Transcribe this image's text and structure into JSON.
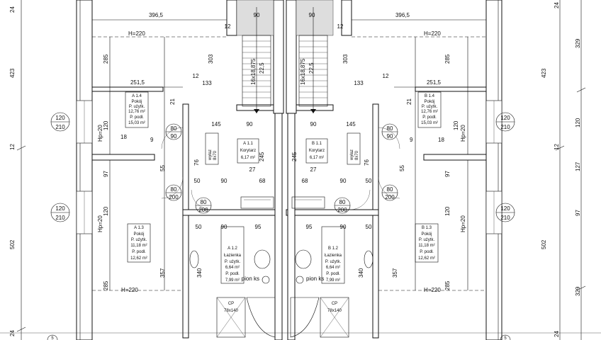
{
  "top_dims": {
    "left_width": "396,5",
    "right_width": "396,5",
    "stair_left": "90",
    "stair_right": "90",
    "left_small": "12",
    "right_small": "12"
  },
  "heights": {
    "h220": "H=220"
  },
  "left_vertical_dims": {
    "d423": "423",
    "d12": "12",
    "d502": "502",
    "d24a": "24",
    "d24b": "24"
  },
  "right_vertical_dims": {
    "d24": "24",
    "d329a": "329",
    "d423": "423",
    "d12": "12",
    "d120": "120",
    "d127": "127",
    "d97": "97",
    "d502": "502",
    "d329b": "329",
    "d24b": "24"
  },
  "inner_dims": {
    "d285": "285",
    "d303": "303",
    "d251": "251,5",
    "d133": "133",
    "d12": "12",
    "d21": "21",
    "d145": "145",
    "d90": "90",
    "d120": "120",
    "d18": "18",
    "d9": "9",
    "d76": "76",
    "d55": "55",
    "d245": "245",
    "d27": "27",
    "d68": "68",
    "d50": "50",
    "d95": "95",
    "d357": "357",
    "d340": "340",
    "d97": "97"
  },
  "stairs": {
    "steps": "16x18,875",
    "angle": "22,5"
  },
  "window_tags": {
    "w_top": "120",
    "w_bot": "210"
  },
  "door_tags": {
    "d80": "80",
    "d90": "90",
    "d200": "200"
  },
  "hp": "Hp=20",
  "rooms": {
    "a14": {
      "id": "A 1.4",
      "name": "Pokój",
      "pu": "P. użytk.",
      "pu_val": "12,76 m²",
      "pp": "P. podł.",
      "pp_val": "15,03 m²"
    },
    "a11": {
      "id": "A 1.1",
      "name": "Korytarz",
      "val": "6,17 m²"
    },
    "a13": {
      "id": "A 1.3",
      "name": "Pokój",
      "pu": "P. użytk.",
      "pu_val": "11,18 m²",
      "pp": "P. podł.",
      "pp_val": "12,62 m²"
    },
    "a12": {
      "id": "A 1.2",
      "name": "Łazienka",
      "pu": "P. użytk.",
      "pu_val": "6,64 m²",
      "pp": "P. podł.",
      "pp_val": "7,99 m²"
    },
    "b14": {
      "id": "B 1.4",
      "name": "Pokój",
      "pu": "P. użytk.",
      "pu_val": "12,76 m²",
      "pp": "P. podł.",
      "pp_val": "15,03 m²"
    },
    "b11": {
      "id": "B 1.1",
      "name": "Korytarz",
      "val": "6,17 m²"
    },
    "b13": {
      "id": "B 1.3",
      "name": "Pokój",
      "pu": "P. użytk.",
      "pu_val": "11,18 m²",
      "pp": "P. podł.",
      "pp_val": "12,62 m²"
    },
    "b12": {
      "id": "B 1.2",
      "name": "Łazienka",
      "pu": "P. użytk.",
      "pu_val": "6,64 m²",
      "pp": "P. podł.",
      "pp_val": "7,99 m²"
    }
  },
  "wall_opening": {
    "line1": "wyłaz",
    "line2": "8x70"
  },
  "shower": {
    "label": "CP",
    "size": "78x140"
  },
  "plon": "pion ks",
  "axis_marker": "5"
}
